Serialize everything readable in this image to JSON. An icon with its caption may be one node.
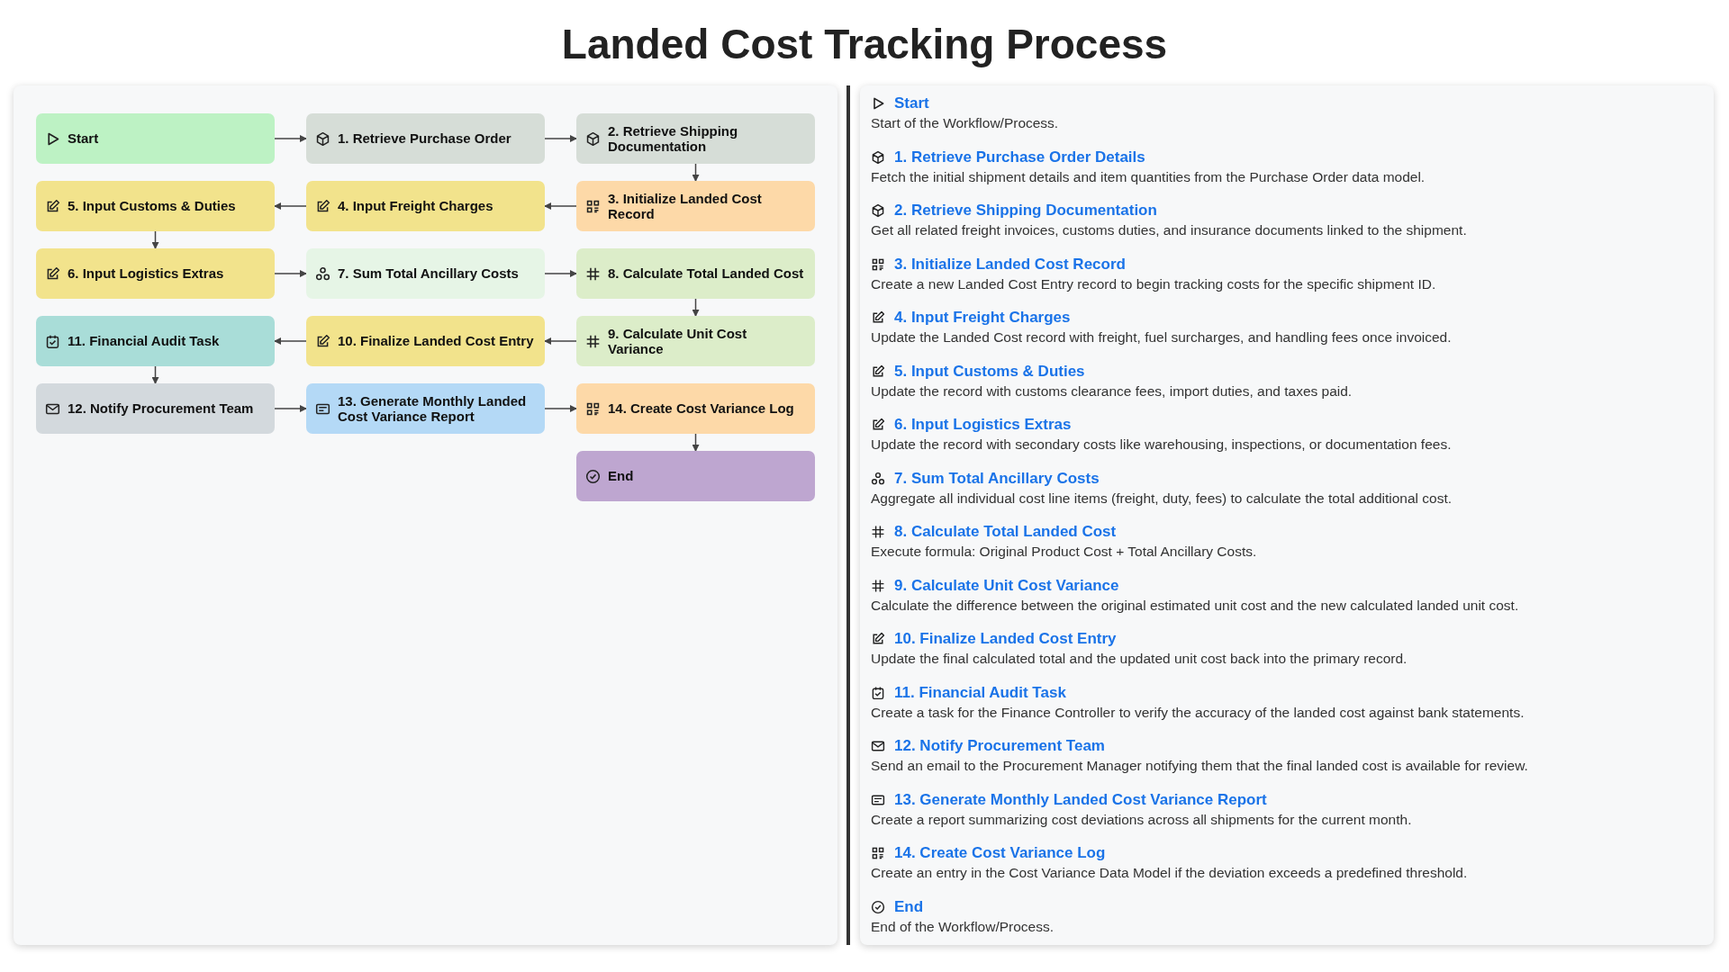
{
  "diagram": {
    "title": "Landed Cost Tracking Process",
    "nodes": [
      {
        "text": [
          "Start"
        ]
      },
      {
        "text": [
          "1. Retrieve Purchase Order"
        ]
      },
      {
        "text": [
          "2. Retrieve Shipping Documentation"
        ]
      },
      {
        "text": [
          "3. Initialize Landed Cost Record"
        ]
      },
      {
        "text": [
          "4. Input Freight Charges"
        ]
      },
      {
        "text": [
          "5. Input Customs & Duties"
        ]
      },
      {
        "text": [
          "6. Input Logistics Extras"
        ]
      },
      {
        "text": [
          "7. Sum Total Ancillary Costs"
        ]
      },
      {
        "text": [
          "8. Calculate Total Landed Cost"
        ]
      },
      {
        "text": [
          "9. Calculate Unit Cost Variance"
        ]
      },
      {
        "text": [
          "10. Finalize Landed Cost Entry"
        ]
      },
      {
        "text": [
          "11. Financial Audit Task"
        ]
      },
      {
        "text": [
          "12. Notify Procurement Team"
        ]
      },
      {
        "text": [
          "13. Generate Monthly Landed Cost Variance Report"
        ]
      },
      {
        "text": [
          "14. Create Cost Variance Log"
        ]
      },
      {
        "text": [
          "End"
        ]
      }
    ],
    "edges": [
      {
        "from": 0,
        "to": 1,
        "arrow": "to"
      },
      {
        "from": 1,
        "to": 2,
        "arrow": "to"
      },
      {
        "from": 2,
        "to": 3,
        "arrow": "to"
      },
      {
        "from": 3,
        "to": 4,
        "arrow": "to"
      },
      {
        "from": 4,
        "to": 5,
        "arrow": "to"
      },
      {
        "from": 5,
        "to": 6,
        "arrow": "to"
      },
      {
        "from": 6,
        "to": 7,
        "arrow": "to"
      },
      {
        "from": 7,
        "to": 8,
        "arrow": "to"
      },
      {
        "from": 8,
        "to": 9,
        "arrow": "to"
      },
      {
        "from": 9,
        "to": 10,
        "arrow": "to"
      },
      {
        "from": 10,
        "to": 11,
        "arrow": "to"
      },
      {
        "from": 11,
        "to": 12,
        "arrow": "to"
      },
      {
        "from": 12,
        "to": 13,
        "arrow": "to"
      },
      {
        "from": 13,
        "to": 14,
        "arrow": "to"
      },
      {
        "from": 14,
        "to": 15,
        "arrow": "to"
      }
    ],
    "labels": [
      "Start",
      "Start of the Workflow/Process.",
      "1. Retrieve Purchase Order Details",
      "Fetch the initial shipment details and item quantities from the Purchase Order data model.",
      "2. Retrieve Shipping Documentation",
      "Get all related freight invoices, customs duties, and insurance documents linked to the shipment.",
      "3. Initialize Landed Cost Record",
      "Create a new Landed Cost Entry record to begin tracking costs for the specific shipment ID.",
      "4. Input Freight Charges",
      "Update the Landed Cost record with freight, fuel surcharges, and handling fees once invoiced.",
      "5. Input Customs & Duties",
      "Update the record with customs clearance fees, import duties, and taxes paid.",
      "6. Input Logistics Extras",
      "Update the record with secondary costs like warehousing, inspections, or documentation fees.",
      "7. Sum Total Ancillary Costs",
      "Aggregate all individual cost line items (freight, duty, fees) to calculate the total additional cost.",
      "8. Calculate Total Landed Cost",
      "Execute formula: Original Product Cost + Total Ancillary Costs.",
      "9. Calculate Unit Cost Variance",
      "Calculate the difference between the original estimated unit cost and the new calculated landed unit cost.",
      "10. Finalize Landed Cost Entry",
      "Update the final calculated total and the updated unit cost back into the primary record.",
      "11. Financial Audit Task",
      "Create a task for the Finance Controller to verify the accuracy of the landed cost against bank statements.",
      "12. Notify Procurement Team",
      "Send an email to the Procurement Manager notifying them that the final landed cost is available for review.",
      "13. Generate Monthly Landed Cost Variance Report",
      "Create a report summarizing cost deviations across all shipments for the current month.",
      "14. Create Cost Variance Log",
      "Create an entry in the Cost Variance Data Model if the deviation exceeds a predefined threshold.",
      "End",
      "End of the Workflow/Process."
    ]
  }
}
